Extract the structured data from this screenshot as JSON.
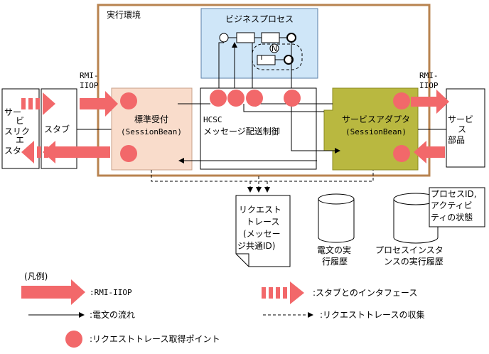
{
  "env": {
    "label": "実行環境"
  },
  "business_process": {
    "label": "ビジネスプロセス"
  },
  "client": {
    "label_lines": [
      "サー",
      "ビ",
      "スリク",
      "エ",
      "スタ"
    ]
  },
  "stub": {
    "label": "スタブ"
  },
  "rmi_left": {
    "lines": [
      "RMI-",
      "IIOP"
    ]
  },
  "rmi_right": {
    "lines": [
      "RMI-",
      "IIOP"
    ]
  },
  "reception": {
    "line1": "標準受付",
    "line2": "(SessionBean)"
  },
  "hcsc": {
    "line1": "HCSC",
    "line2": "メッセージ配送制御"
  },
  "adapter": {
    "line1": "サービスアダプタ",
    "line2": "(SessionBean)"
  },
  "service": {
    "label_lines": [
      "サービ",
      "ス",
      "部品"
    ]
  },
  "trace_doc": {
    "lines": [
      "リクエスト",
      "トレース",
      "(メッセー",
      "ジ共通ID)"
    ]
  },
  "db_msg": {
    "lines": [
      "電文の実",
      "行履歴"
    ]
  },
  "db_proc": {
    "lines": [
      "プロセスインスタ",
      "ンスの実行履歴"
    ]
  },
  "note": {
    "lines": [
      "プロセスID,",
      "アクティビ",
      "ティの状態"
    ]
  },
  "legend": {
    "title": "(凡例)",
    "rmi": ":RMI-IIOP",
    "stub_if": ":スタブとのインタフェース",
    "message_flow": ":電文の流れ",
    "trace_collect": ":リクエストトレースの収集",
    "trace_point": ":リクエストトレース取得ポイント"
  },
  "colors": {
    "env_border": "#b8834f",
    "bp_fill": "#cfe6f8",
    "reception_fill": "#f9dccb",
    "adapter_fill": "#b9b840",
    "red": "#f2686a"
  }
}
